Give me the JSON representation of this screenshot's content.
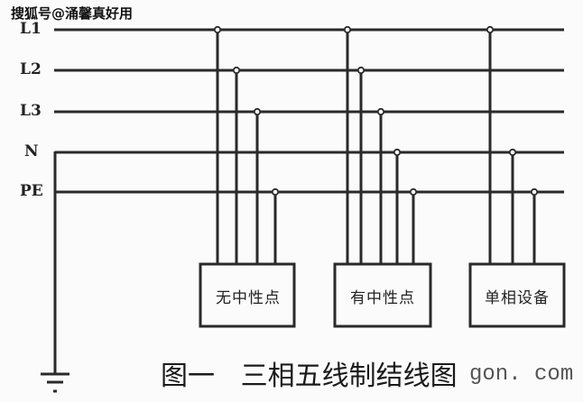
{
  "watermark": "搜狐号@涌馨真好用",
  "buses": [
    {
      "label": "L1",
      "id": "l1"
    },
    {
      "label": "L2",
      "id": "l2"
    },
    {
      "label": "L3",
      "id": "l3"
    },
    {
      "label": "N",
      "id": "n"
    },
    {
      "label": "PE",
      "id": "pe"
    }
  ],
  "loads": [
    {
      "label": "无中性点",
      "connects": [
        "l1",
        "l2",
        "l3",
        "pe"
      ]
    },
    {
      "label": "有中性点",
      "connects": [
        "l1",
        "l2",
        "l3",
        "n",
        "pe"
      ]
    },
    {
      "label": "单相设备",
      "connects": [
        "l1",
        "n",
        "pe"
      ]
    }
  ],
  "caption": "图一   三相五线制结线图",
  "site_watermark": "gon. com",
  "colors": {
    "line": "#2a2a2a",
    "background": "#fbfbfb"
  }
}
